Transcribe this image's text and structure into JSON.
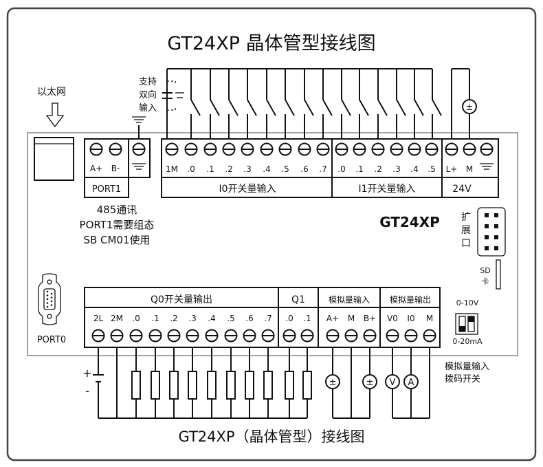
{
  "title": "GT24XP 晶体管型接线图",
  "caption": "GT24XP（晶体管型）接线图",
  "model_label": "GT24XP",
  "ethernet_label": "以太网",
  "bidirectional_note": [
    "支持",
    "双向",
    "输入"
  ],
  "port1": {
    "terminals": [
      "A+",
      "B-",
      "⏚"
    ],
    "label": "PORT1",
    "note": [
      "485通讯",
      "PORT1需要组态",
      "SB CM01使用"
    ]
  },
  "top_block": {
    "i0_terminals": [
      "1M",
      ".0",
      ".1",
      ".2",
      ".3",
      ".4",
      ".5",
      ".6",
      ".7"
    ],
    "i1_terminals": [
      ".0",
      ".1",
      ".2",
      ".3",
      ".4",
      ".5"
    ],
    "power_terminals": [
      "L+",
      "M",
      "⏚"
    ],
    "i0_label": "I0开关量输入",
    "i1_label": "I1开关量输入",
    "power_label": "24V"
  },
  "expansion_label": [
    "扩",
    "展",
    "口"
  ],
  "sd_label": [
    "SD",
    "卡"
  ],
  "port0_label": "PORT0",
  "bottom_block": {
    "q0_label": "Q0开关量输出",
    "q0_terminals": [
      "2L",
      "2M",
      ".0",
      ".1",
      ".2",
      ".3",
      ".4",
      ".5",
      ".6",
      ".7"
    ],
    "q1_label": "Q1",
    "q1_terminals": [
      ".0",
      ".1"
    ],
    "ai_label": "模拟量输入",
    "ai_terminals": [
      "A+",
      "M",
      "B+"
    ],
    "ao_label": "模拟量输出",
    "ao_terminals": [
      "V0",
      "I0",
      "M"
    ]
  },
  "dip_switch": {
    "top_label": "0-10V",
    "bottom_label": "0-20mA",
    "note": [
      "模拟量输入",
      "拨码开关"
    ]
  },
  "symbols": {
    "dc_source": "±",
    "voltmeter": "V",
    "ammeter": "A",
    "battery_plus": "+",
    "battery_minus": "-"
  }
}
